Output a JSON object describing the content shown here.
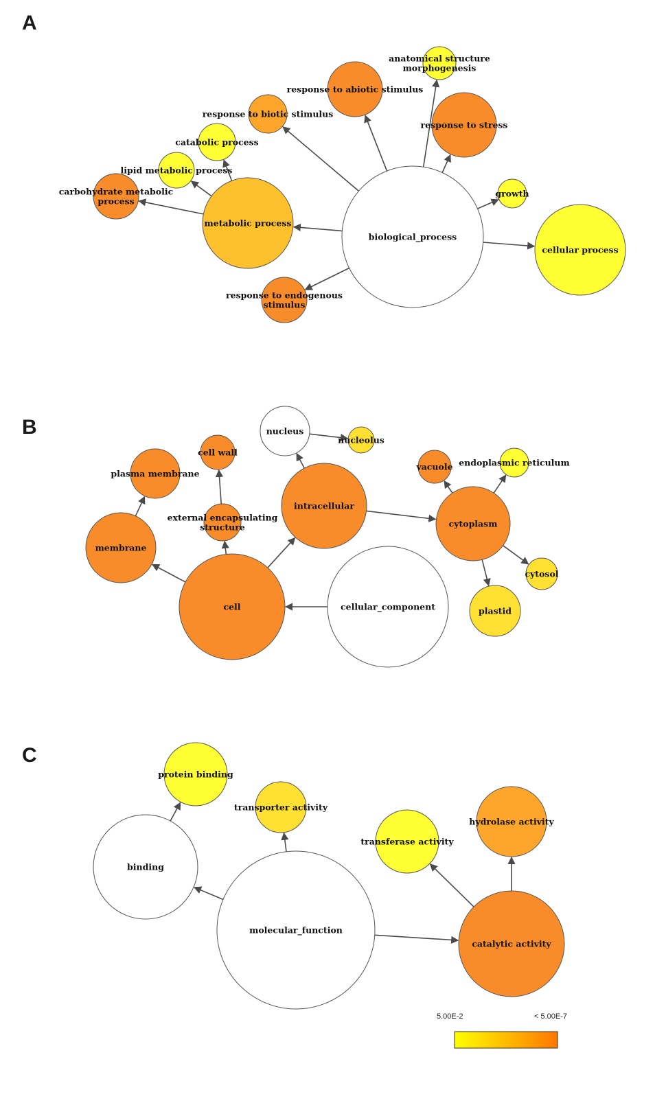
{
  "colors": {
    "white": "#ffffff",
    "yellow": "#ffff33",
    "yellow_orange": "#ffe033",
    "light_orange": "#fec12e",
    "orange": "#fda62b",
    "deep_orange": "#f98c2a",
    "stroke": "#555555",
    "edge": "#4a4a4a"
  },
  "panels": [
    {
      "letter": "A",
      "nodes": [
        {
          "id": "bp",
          "label": [
            "biological_process"
          ],
          "color": "white"
        },
        {
          "id": "cellular_process",
          "label": [
            "cellular process"
          ],
          "color": "yellow"
        },
        {
          "id": "metabolic_process",
          "label": [
            "metabolic process"
          ],
          "color": "light_orange"
        },
        {
          "id": "response_stress",
          "label": [
            "response to stress"
          ],
          "color": "deep_orange"
        },
        {
          "id": "response_abiotic",
          "label": [
            "response to abiotic stimulus"
          ],
          "color": "deep_orange"
        },
        {
          "id": "anatomical",
          "label": [
            "anatomical structure",
            "morphogenesis"
          ],
          "color": "yellow"
        },
        {
          "id": "growth",
          "label": [
            "growth"
          ],
          "color": "yellow"
        },
        {
          "id": "response_biotic",
          "label": [
            "response to biotic stimulus"
          ],
          "color": "orange"
        },
        {
          "id": "catabolic",
          "label": [
            "catabolic process"
          ],
          "color": "yellow"
        },
        {
          "id": "lipid",
          "label": [
            "lipid metabolic process"
          ],
          "color": "yellow"
        },
        {
          "id": "carbohydrate",
          "label": [
            "carbohydrate metabolic",
            "process"
          ],
          "color": "deep_orange"
        },
        {
          "id": "response_endogenous",
          "label": [
            "response to endogenous",
            "stimulus"
          ],
          "color": "deep_orange"
        }
      ],
      "edges": [
        [
          "bp",
          "cellular_process"
        ],
        [
          "bp",
          "metabolic_process"
        ],
        [
          "bp",
          "response_stress"
        ],
        [
          "bp",
          "response_abiotic"
        ],
        [
          "bp",
          "anatomical"
        ],
        [
          "bp",
          "growth"
        ],
        [
          "bp",
          "response_biotic"
        ],
        [
          "bp",
          "response_endogenous"
        ],
        [
          "metabolic_process",
          "catabolic"
        ],
        [
          "metabolic_process",
          "lipid"
        ],
        [
          "metabolic_process",
          "carbohydrate"
        ]
      ]
    },
    {
      "letter": "B",
      "nodes": [
        {
          "id": "cc",
          "label": [
            "cellular_component"
          ],
          "color": "white"
        },
        {
          "id": "cell",
          "label": [
            "cell"
          ],
          "color": "deep_orange"
        },
        {
          "id": "membrane",
          "label": [
            "membrane"
          ],
          "color": "deep_orange"
        },
        {
          "id": "plasma_membrane",
          "label": [
            "plasma membrane"
          ],
          "color": "deep_orange"
        },
        {
          "id": "external",
          "label": [
            "external encapsulating",
            "structure"
          ],
          "color": "deep_orange"
        },
        {
          "id": "cell_wall",
          "label": [
            "cell wall"
          ],
          "color": "deep_orange"
        },
        {
          "id": "intracellular",
          "label": [
            "intracellular"
          ],
          "color": "deep_orange"
        },
        {
          "id": "nucleus",
          "label": [
            "nucleus"
          ],
          "color": "white"
        },
        {
          "id": "nucleolus",
          "label": [
            "nucleolus"
          ],
          "color": "yellow_orange"
        },
        {
          "id": "cytoplasm",
          "label": [
            "cytoplasm"
          ],
          "color": "deep_orange"
        },
        {
          "id": "vacuole",
          "label": [
            "vacuole"
          ],
          "color": "deep_orange"
        },
        {
          "id": "er",
          "label": [
            "endoplasmic reticulum"
          ],
          "color": "yellow"
        },
        {
          "id": "cytosol",
          "label": [
            "cytosol"
          ],
          "color": "yellow_orange"
        },
        {
          "id": "plastid",
          "label": [
            "plastid"
          ],
          "color": "yellow_orange"
        }
      ],
      "edges": [
        [
          "cc",
          "cell"
        ],
        [
          "cell",
          "membrane"
        ],
        [
          "cell",
          "external"
        ],
        [
          "cell",
          "intracellular"
        ],
        [
          "membrane",
          "plasma_membrane"
        ],
        [
          "external",
          "cell_wall"
        ],
        [
          "intracellular",
          "nucleus"
        ],
        [
          "intracellular",
          "cytoplasm"
        ],
        [
          "nucleus",
          "nucleolus"
        ],
        [
          "cytoplasm",
          "vacuole"
        ],
        [
          "cytoplasm",
          "er"
        ],
        [
          "cytoplasm",
          "cytosol"
        ],
        [
          "cytoplasm",
          "plastid"
        ]
      ]
    },
    {
      "letter": "C",
      "nodes": [
        {
          "id": "mf",
          "label": [
            "molecular_function"
          ],
          "color": "white"
        },
        {
          "id": "binding",
          "label": [
            "binding"
          ],
          "color": "white"
        },
        {
          "id": "protein_binding",
          "label": [
            "protein binding"
          ],
          "color": "yellow"
        },
        {
          "id": "transporter",
          "label": [
            "transporter activity"
          ],
          "color": "yellow_orange"
        },
        {
          "id": "catalytic",
          "label": [
            "catalytic activity"
          ],
          "color": "deep_orange"
        },
        {
          "id": "transferase",
          "label": [
            "transferase activity"
          ],
          "color": "yellow"
        },
        {
          "id": "hydrolase",
          "label": [
            "hydrolase activity"
          ],
          "color": "orange"
        }
      ],
      "edges": [
        [
          "mf",
          "binding"
        ],
        [
          "mf",
          "transporter"
        ],
        [
          "mf",
          "catalytic"
        ],
        [
          "binding",
          "protein_binding"
        ],
        [
          "catalytic",
          "transferase"
        ],
        [
          "catalytic",
          "hydrolase"
        ]
      ]
    }
  ],
  "legend": {
    "left_label": "5.00E-2",
    "right_label": "< 5.00E-7",
    "gradient_start": "#ffff00",
    "gradient_end": "#ff7700"
  }
}
